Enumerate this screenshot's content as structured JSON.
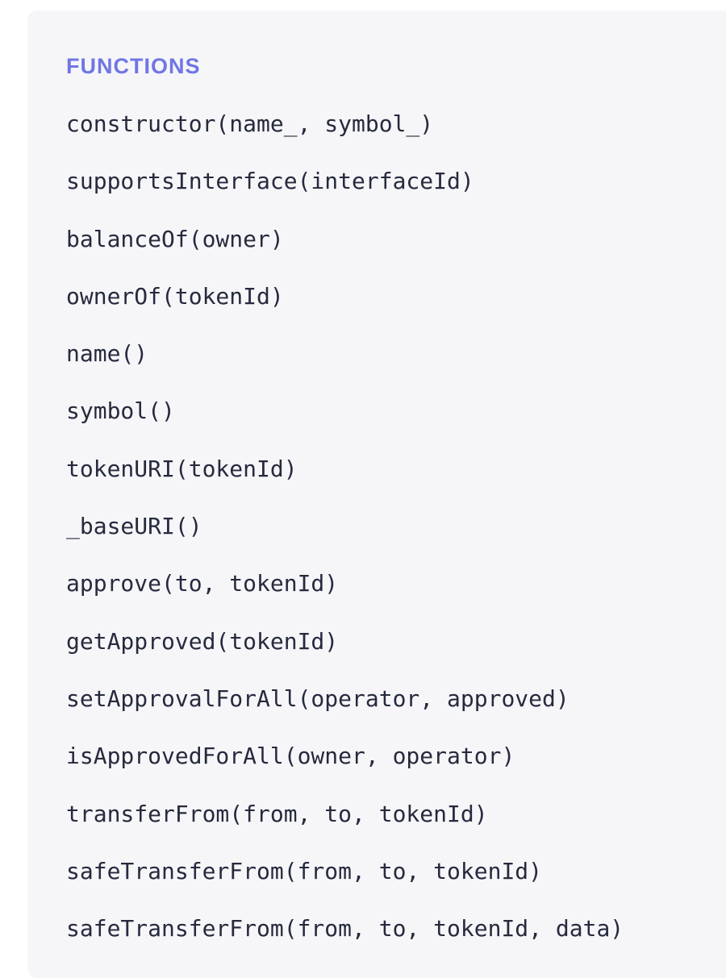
{
  "section": {
    "title": "FUNCTIONS"
  },
  "functions": [
    "constructor(name_, symbol_)",
    "supportsInterface(interfaceId)",
    "balanceOf(owner)",
    "ownerOf(tokenId)",
    "name()",
    "symbol()",
    "tokenURI(tokenId)",
    "_baseURI()",
    "approve(to, tokenId)",
    "getApproved(tokenId)",
    "setApprovalForAll(operator, approved)",
    "isApprovedForAll(owner, operator)",
    "transferFrom(from, to, tokenId)",
    "safeTransferFrom(from, to, tokenId)",
    "safeTransferFrom(from, to, tokenId, data)"
  ],
  "colors": {
    "panel_background": "#f6f6f9",
    "section_title": "#6f76e4",
    "function_text": "#262a3d"
  }
}
